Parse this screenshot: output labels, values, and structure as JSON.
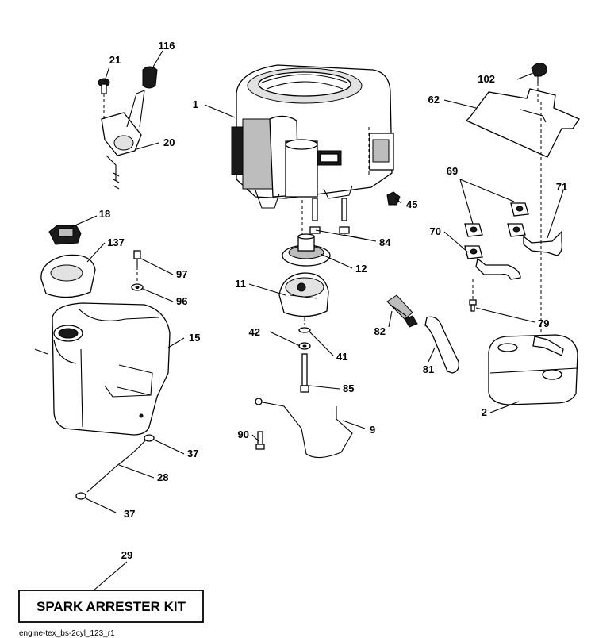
{
  "callouts": {
    "c1": "1",
    "c2": "2",
    "c9": "9",
    "c11": "11",
    "c12": "12",
    "c15": "15",
    "c18": "18",
    "c20": "20",
    "c21": "21",
    "c28": "28",
    "c29": "29",
    "c37a": "37",
    "c37b": "37",
    "c41": "41",
    "c42": "42",
    "c45": "45",
    "c62": "62",
    "c69": "69",
    "c70": "70",
    "c71": "71",
    "c79": "79",
    "c81": "81",
    "c82": "82",
    "c84": "84",
    "c85": "85",
    "c90": "90",
    "c96": "96",
    "c97": "97",
    "c102": "102",
    "c116": "116",
    "c137": "137"
  },
  "kit_label": "SPARK ARRESTER KIT",
  "footer_code": "engine-tex_bs-2cyl_123_r1"
}
